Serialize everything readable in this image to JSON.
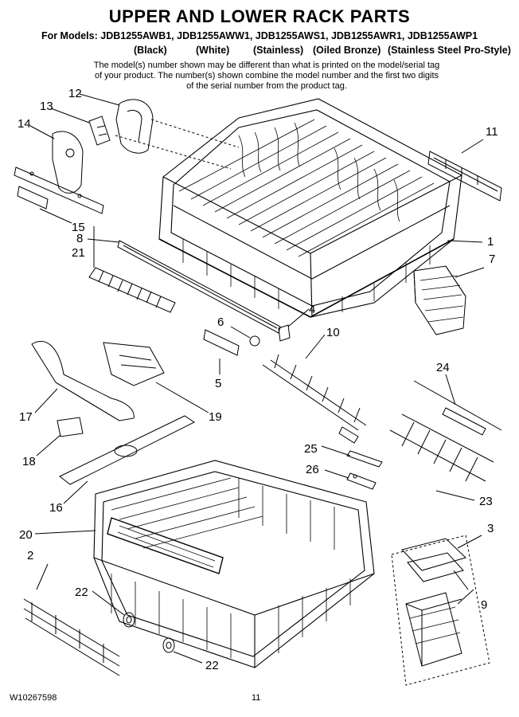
{
  "header": {
    "title": "UPPER AND LOWER RACK PARTS",
    "models_line": "For Models: JDB1255AWB1, JDB1255AWW1, JDB1255AWS1, JDB1255AWR1, JDB1255AWP1",
    "finishes": [
      "(Black)",
      "(White)",
      "(Stainless)",
      "(Oiled Bronze)",
      "(Stainless Steel Pro-Style)"
    ],
    "note": "The model(s) number shown may be different than what is printed on the model/serial tag of your product. The number(s) shown combine the model number and the first two digits of the serial number from the product tag."
  },
  "callouts": [
    "1",
    "2",
    "3",
    "4",
    "5",
    "6",
    "7",
    "8",
    "9",
    "10",
    "11",
    "12",
    "13",
    "14",
    "15",
    "16",
    "17",
    "18",
    "19",
    "20",
    "21",
    "22",
    "22",
    "23",
    "24",
    "25",
    "26"
  ],
  "footer": {
    "doc_id": "W10267598",
    "page_number": "11"
  }
}
